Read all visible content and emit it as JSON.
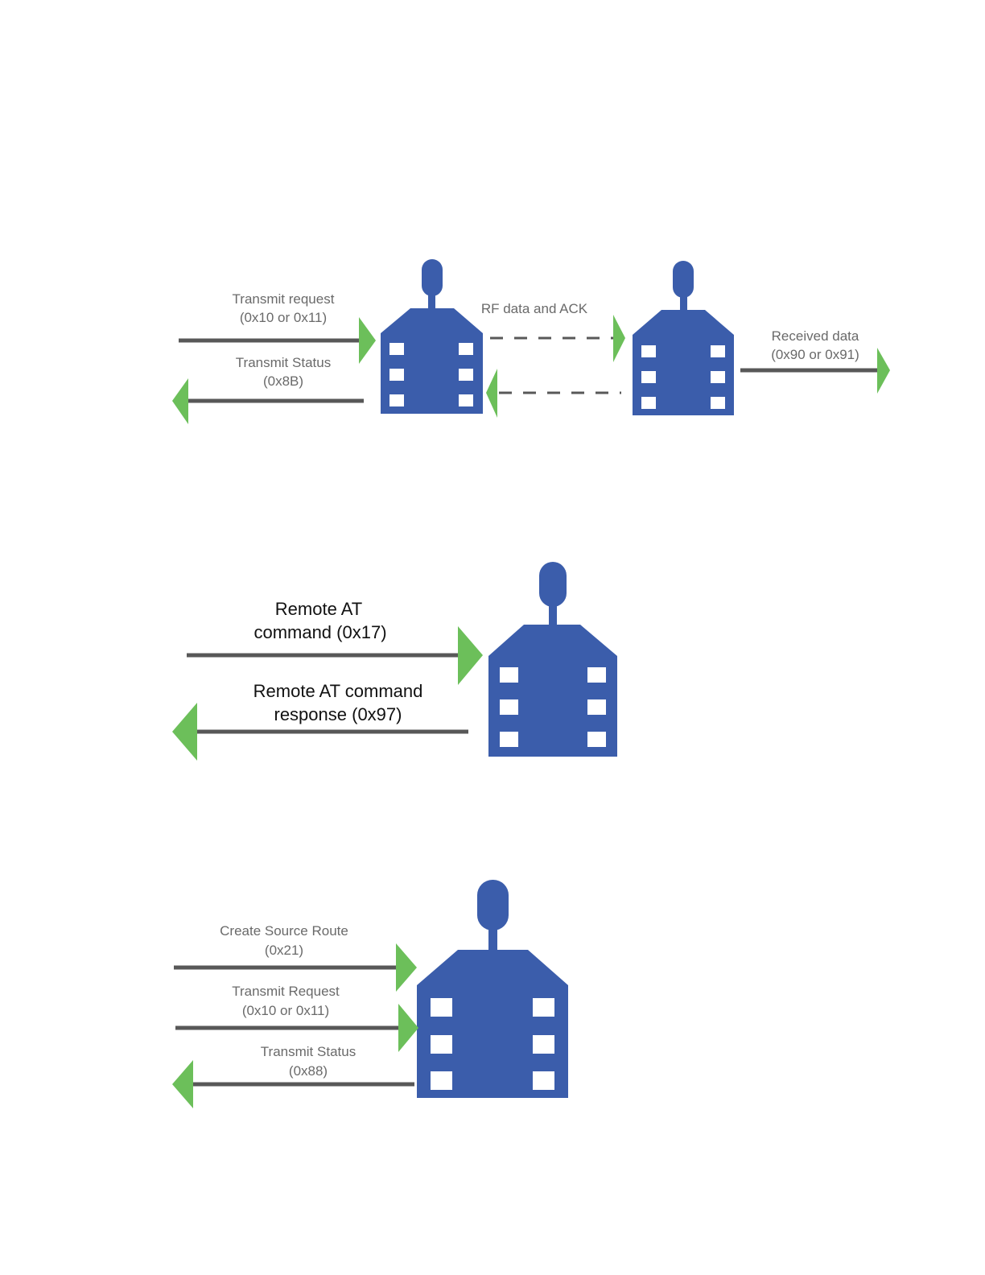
{
  "diagram_1": {
    "transmit_request": {
      "line1": "Transmit request",
      "line2": "(0x10 or 0x11)"
    },
    "transmit_status": {
      "line1": "Transmit Status",
      "line2": "(0x8B)"
    },
    "rf_data": "RF data and ACK",
    "received_data": {
      "line1": "Received data",
      "line2": "(0x90 or 0x91)"
    }
  },
  "diagram_2": {
    "remote_at_command": {
      "line1": "Remote AT",
      "line2": "command (0x17)"
    },
    "remote_at_response": {
      "line1": "Remote AT command",
      "line2": "response (0x97)"
    }
  },
  "diagram_3": {
    "create_source_route": {
      "line1": "Create Source Route",
      "line2": "(0x21)"
    },
    "transmit_request": {
      "line1": "Transmit Request",
      "line2": "(0x10 or 0x11)"
    },
    "transmit_status": {
      "line1": "Transmit Status",
      "line2": "(0x88)"
    }
  },
  "colors": {
    "device": "#3b5dab",
    "arrowhead": "#6cbf5a",
    "line": "#585858"
  },
  "icons": [
    "radio-device-icon",
    "arrow-right-icon",
    "arrow-left-icon"
  ]
}
